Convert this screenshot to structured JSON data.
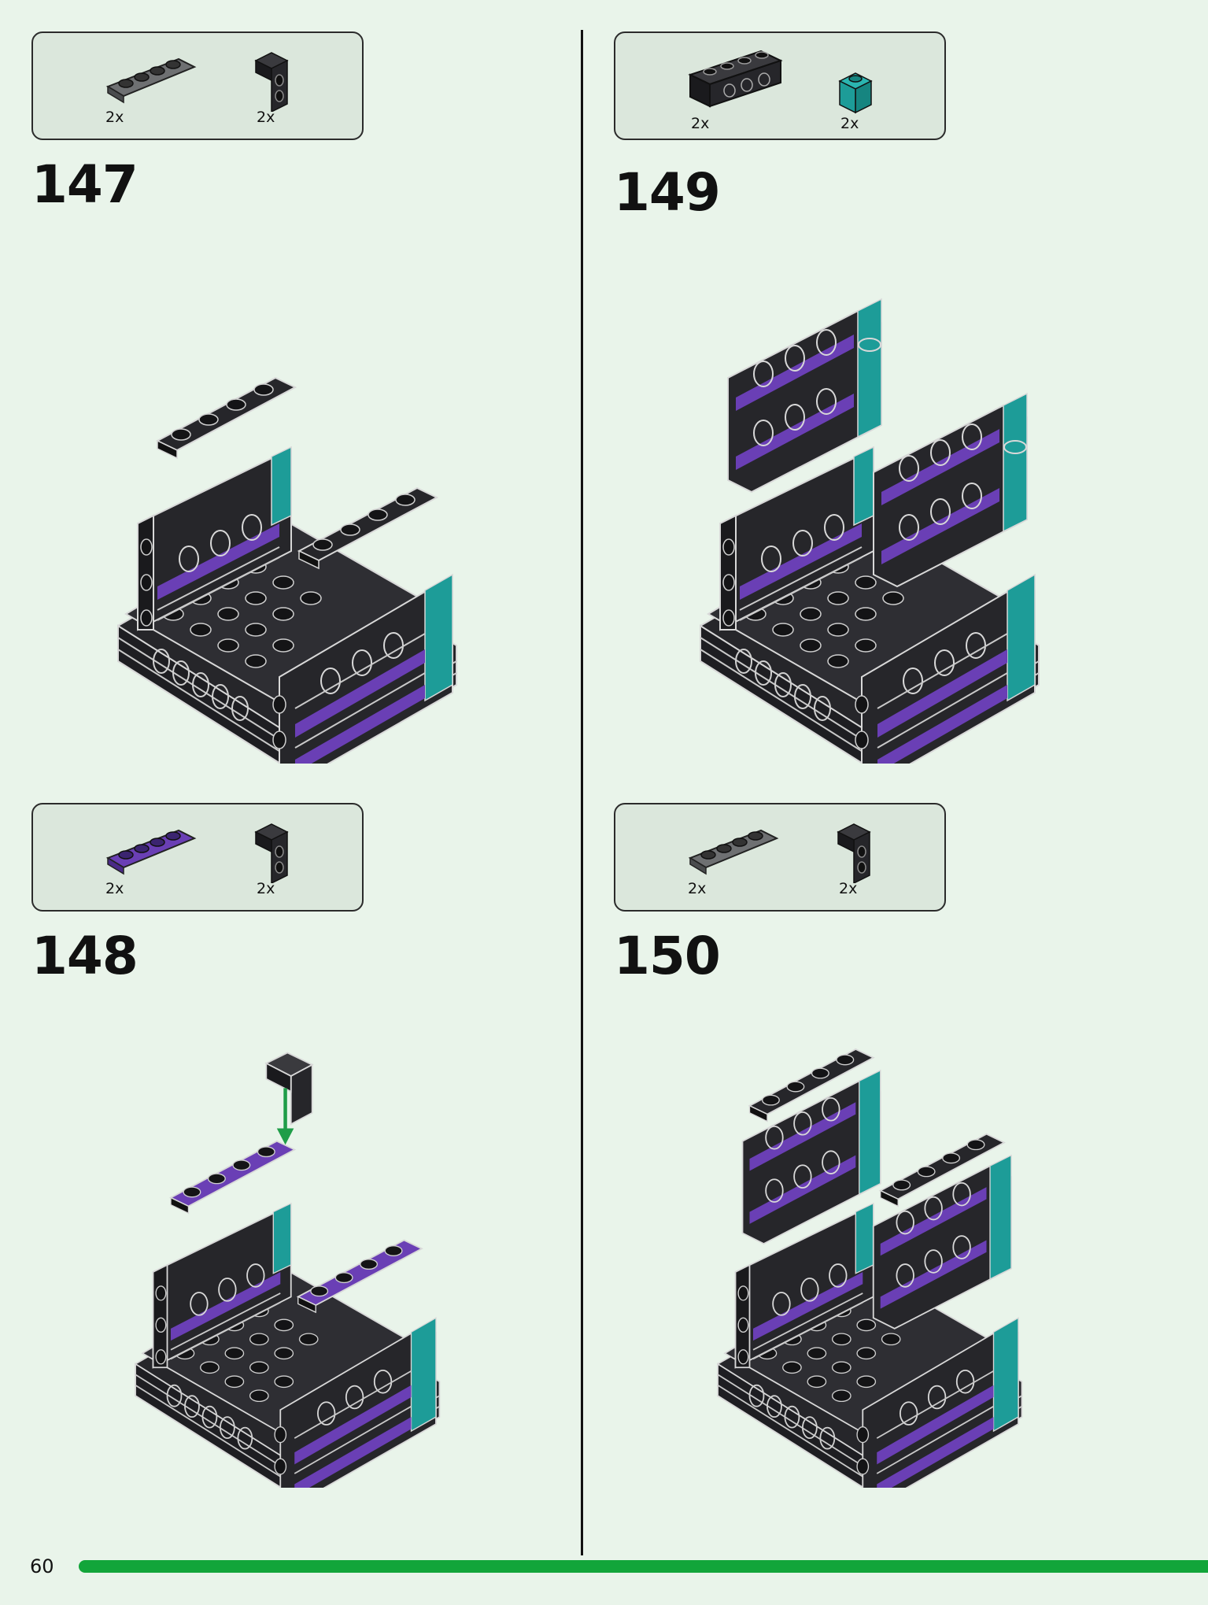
{
  "page_number": "60",
  "colors": {
    "background": "#e9f4ea",
    "parts_box": "#dbe7dc",
    "brick_black": "#26262a",
    "brick_gray": "#6e7072",
    "accent_purple": "#6a3fb5",
    "accent_teal": "#1d9c98",
    "arrow_green": "#1f9d48",
    "progress_green": "#12a53a"
  },
  "steps": [
    {
      "number": "147",
      "parts": [
        {
          "name": "gray-plate-1x4-icon",
          "qty": "2x"
        },
        {
          "name": "black-bracket-icon",
          "qty": "2x"
        }
      ]
    },
    {
      "number": "148",
      "parts": [
        {
          "name": "purple-plate-1x4-icon",
          "qty": "2x"
        },
        {
          "name": "black-bracket-icon",
          "qty": "2x"
        }
      ]
    },
    {
      "number": "149",
      "parts": [
        {
          "name": "black-technic-brick-1x4-icon",
          "qty": "2x"
        },
        {
          "name": "teal-brick-1x1-icon",
          "qty": "2x"
        }
      ]
    },
    {
      "number": "150",
      "parts": [
        {
          "name": "gray-plate-1x4-icon",
          "qty": "2x"
        },
        {
          "name": "black-bracket-icon",
          "qty": "2x"
        }
      ]
    }
  ]
}
